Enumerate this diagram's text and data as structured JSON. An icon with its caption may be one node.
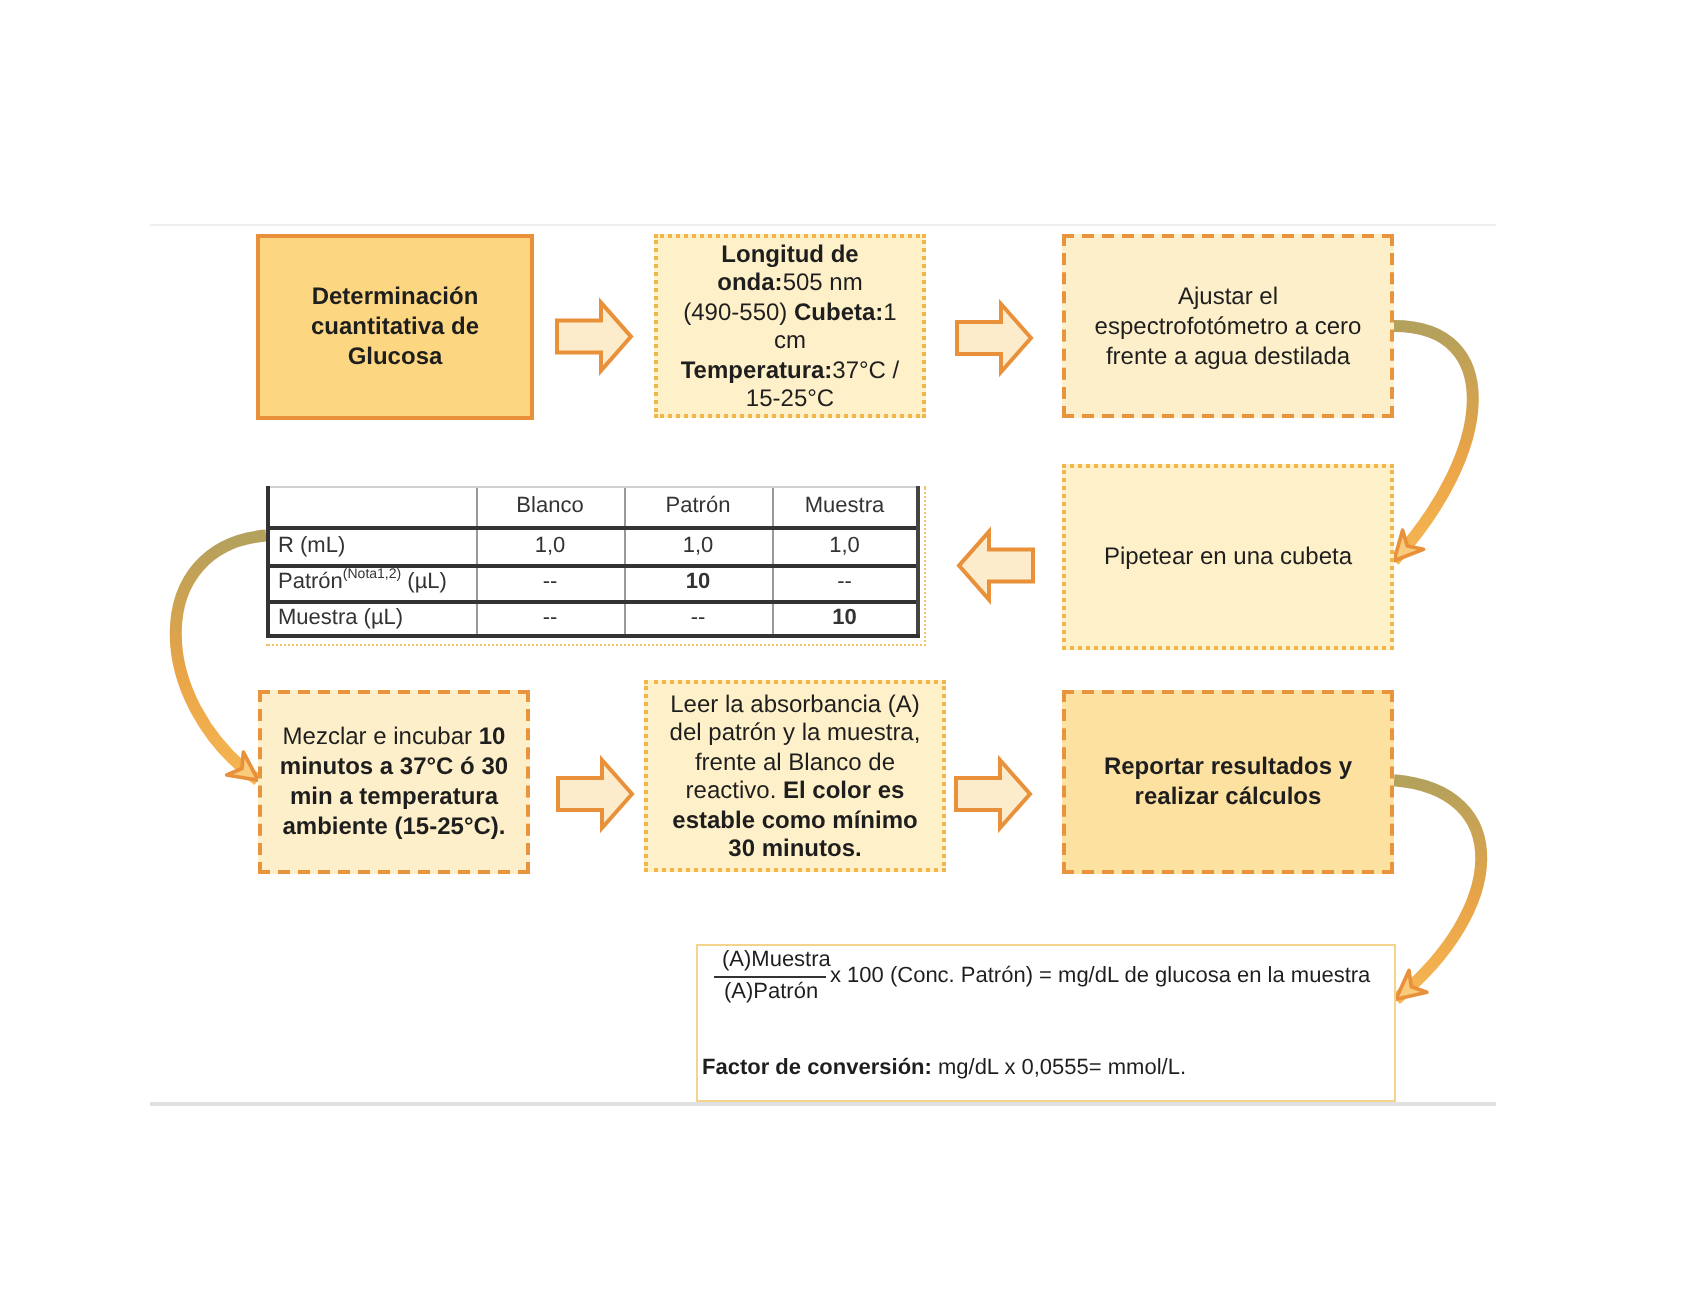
{
  "diagram": {
    "nodes": [
      {
        "text": [
          "Determinación cuantitativa de Glucosa"
        ]
      },
      {
        "text": [
          "**Longitud de onda:**505 nm (490-550) **Cubeta:**1 cm **Temperatura:**37°C / 15-25°C"
        ]
      },
      {
        "text": [
          "Ajustar el espectrofotómetro a cero frente a agua destilada"
        ]
      },
      {
        "text": [
          "Pipetear en una cubeta"
        ]
      },
      {
        "text": [
          "Blanco",
          "Patrón",
          "Muestra",
          "R (mL)",
          "1,0",
          "1,0",
          "1,0",
          "Patrón$^{(Nota1,2)}$ (µL)",
          "--",
          "10",
          "--",
          "Muestra (µL)",
          "--",
          "--",
          "10"
        ]
      },
      {
        "text": [
          "Mezclar e incubar **10 minutos a 37°C ó 30 min a temperatura ambiente (15-25°C).**"
        ]
      },
      {
        "text": [
          "Leer la absorbancia (A) del patrón y la muestra, frente al Blanco de reactivo. **El color es estable como mínimo 30 minutos.**"
        ]
      },
      {
        "text": [
          "Reportar resultados y realizar cálculos"
        ]
      },
      {
        "text": [
          "(A)Muestra",
          "(A)Patrón",
          "x 100 (Conc. Patrón) = mg/dL de glucosa en la muestra",
          "**Factor de conversión:** mg/dL x 0,0555= mmol/L."
        ]
      }
    ],
    "edges": [
      {
        "from": 0,
        "to": 1,
        "arrow": "to"
      },
      {
        "from": 1,
        "to": 2,
        "arrow": "to"
      },
      {
        "from": 2,
        "to": 3,
        "arrow": "to"
      },
      {
        "from": 3,
        "to": 4,
        "arrow": "to"
      },
      {
        "from": 4,
        "to": 5,
        "arrow": "to"
      },
      {
        "from": 5,
        "to": 6,
        "arrow": "to"
      },
      {
        "from": 6,
        "to": 7,
        "arrow": "to"
      },
      {
        "from": 7,
        "to": 8,
        "arrow": "to"
      }
    ]
  }
}
